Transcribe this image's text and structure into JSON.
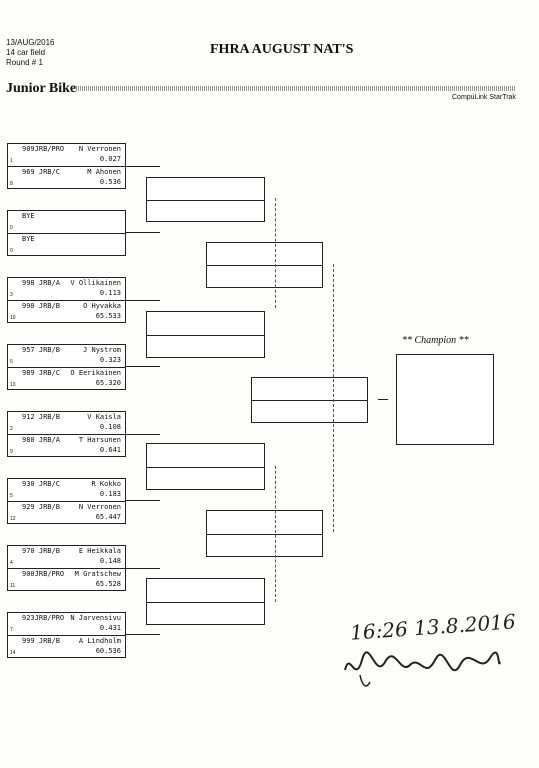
{
  "header": {
    "date": "13/AUG/2016",
    "field": "14 car field",
    "round": "Round # 1",
    "event_title": "FHRA AUGUST NAT'S",
    "class_title": "Junior Bike",
    "system": "CompuLink StarTrak"
  },
  "champion_label": "** Champion **",
  "pairs": [
    {
      "top": {
        "dial": "909JRB/PRO",
        "name": "N Verronen",
        "time": "0.027",
        "num": "1"
      },
      "bottom": {
        "dial": "969 JRB/C",
        "name": "M Ahonen",
        "time": "0.536",
        "num": "8"
      }
    },
    {
      "top": {
        "dial": "BYE",
        "name": "",
        "time": "",
        "num": "0"
      },
      "bottom": {
        "dial": "BYE",
        "name": "",
        "time": "",
        "num": "0"
      }
    },
    {
      "top": {
        "dial": "998 JRB/A",
        "name": "V Ollikainen",
        "time": "0.113",
        "num": "3"
      },
      "bottom": {
        "dial": "990 JRB/B",
        "name": "O Hyvakka",
        "time": "65.533",
        "num": "10"
      }
    },
    {
      "top": {
        "dial": "957 JRB/B",
        "name": "J Nystrom",
        "time": "0.323",
        "num": "6"
      },
      "bottom": {
        "dial": "989 JRB/C",
        "name": "O Eerikainen",
        "time": "65.320",
        "num": "13"
      }
    },
    {
      "top": {
        "dial": "912 JRB/B",
        "name": "V Kaisla",
        "time": "0.108",
        "num": "2"
      },
      "bottom": {
        "dial": "980 JRB/A",
        "name": "T Harsunen",
        "time": "0.641",
        "num": "9"
      }
    },
    {
      "top": {
        "dial": "930 JRB/C",
        "name": "R Kokko",
        "time": "0.183",
        "num": "5"
      },
      "bottom": {
        "dial": "929 JRB/B",
        "name": "N Verronen",
        "time": "65.447",
        "num": "12"
      }
    },
    {
      "top": {
        "dial": "970 JRB/B",
        "name": "E Heikkala",
        "time": "0.148",
        "num": "4"
      },
      "bottom": {
        "dial": "900JRB/PRO",
        "name": "M Gratschew",
        "time": "65.528",
        "num": "11"
      }
    },
    {
      "top": {
        "dial": "923JRB/PRO",
        "name": "N Jarvensivu",
        "time": "0.431",
        "num": "7"
      },
      "bottom": {
        "dial": "999 JRB/B",
        "name": "A Lindholm",
        "time": "60.536",
        "num": "14"
      }
    }
  ],
  "annotation": {
    "handwritten_time": "16:26 13.8.2016"
  }
}
